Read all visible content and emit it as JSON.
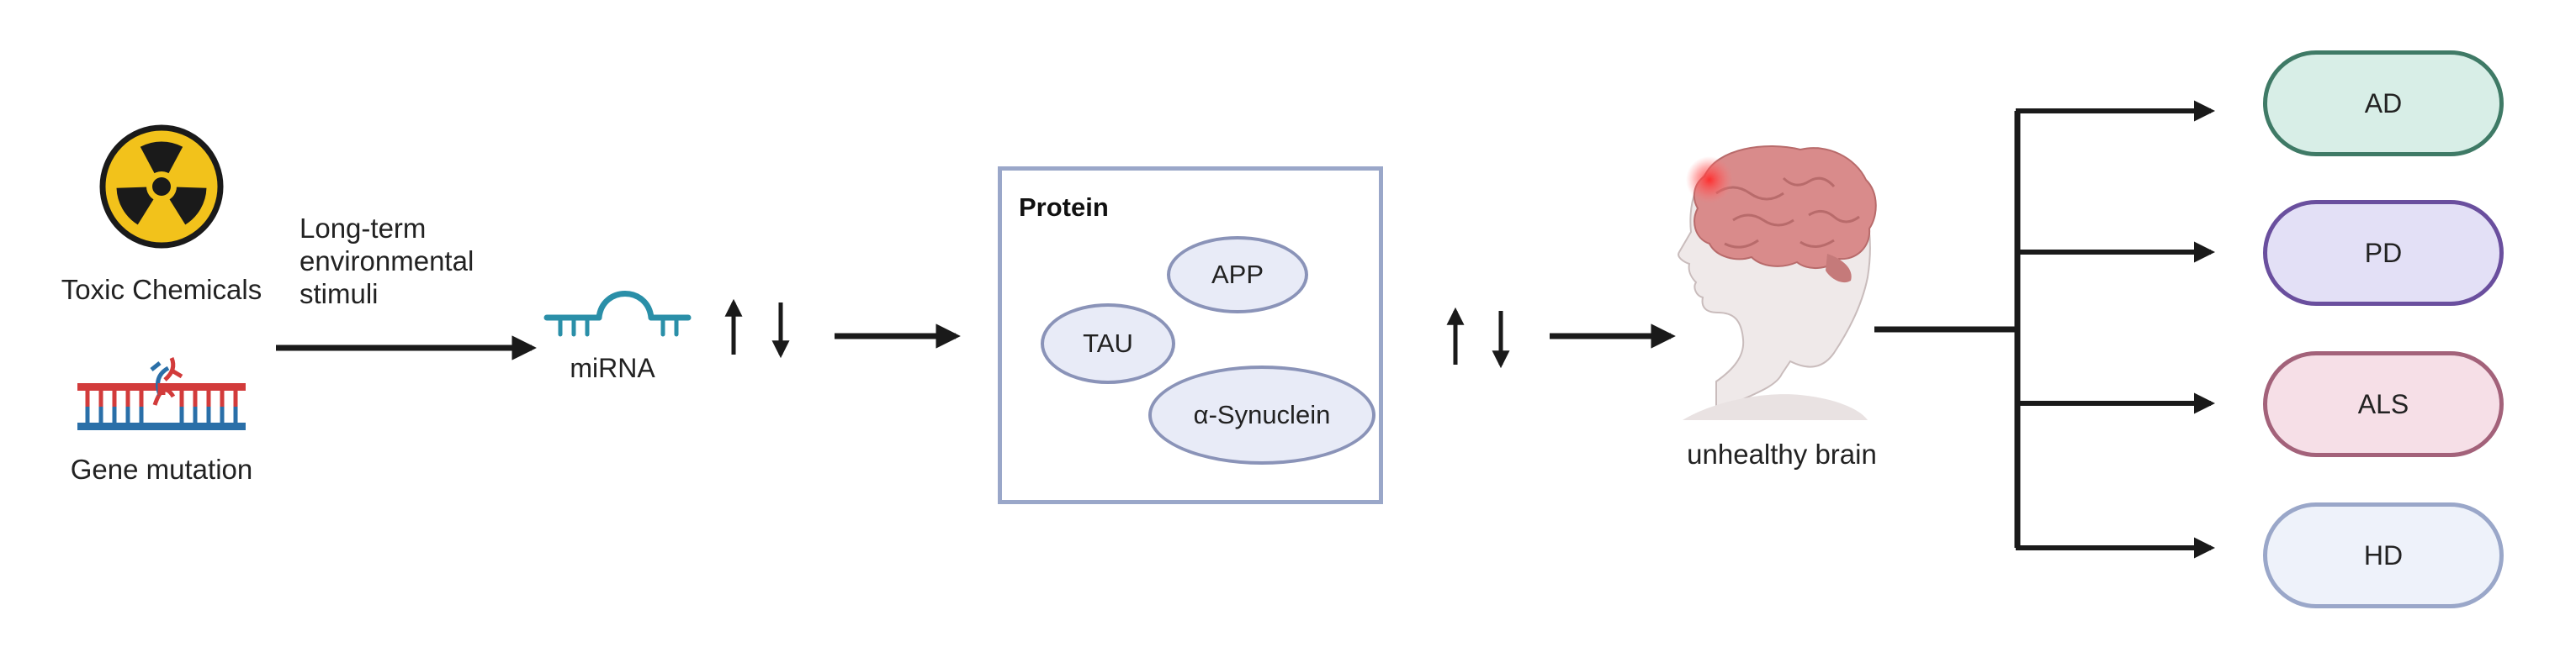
{
  "sources": {
    "toxic_label": "Toxic Chemicals",
    "gene_label": "Gene mutation"
  },
  "stimuli": {
    "line1": "Long-term",
    "line2": "environmental",
    "line3": "stimuli"
  },
  "mirna": {
    "label": "miRNA"
  },
  "protein": {
    "title": "Protein",
    "items": [
      "APP",
      "TAU",
      "α-Synuclein"
    ]
  },
  "brain": {
    "label": "unhealthy brain"
  },
  "diseases": [
    {
      "label": "AD",
      "fill": "#d8eee7",
      "border": "#3f7a66"
    },
    {
      "label": "PD",
      "fill": "#e3e0f6",
      "border": "#6a4f9e"
    },
    {
      "label": "ALS",
      "fill": "#f6dfe7",
      "border": "#a3627a"
    },
    {
      "label": "HD",
      "fill": "#eef2fa",
      "border": "#9aa7c9"
    }
  ],
  "colors": {
    "arrow": "#1a1a1a",
    "radiation_yellow": "#f2c21b",
    "dna_red": "#d23b3b",
    "dna_blue": "#2a6fa8",
    "mirna_teal": "#2a8fa8",
    "protein_border": "#9aa7c9"
  },
  "icons": {
    "toxic": "radiation-hazard-icon",
    "gene": "dna-mutation-icon",
    "mirna": "mirna-hairpin-icon",
    "brain": "human-head-brain-icon"
  }
}
